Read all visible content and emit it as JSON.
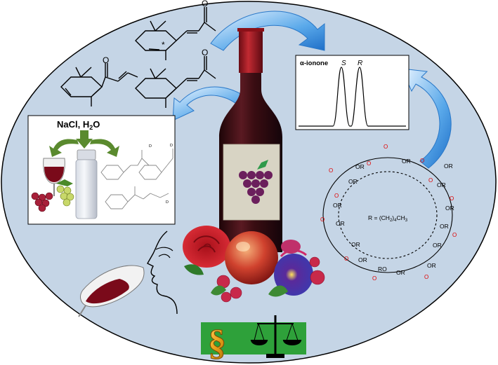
{
  "chemistry": {
    "ketone_o": "O",
    "stereo_star": "*"
  },
  "chromatogram": {
    "compound": "α-ionone",
    "peak1": "S",
    "peak2": "R"
  },
  "extraction": {
    "reagents": "NaCl, H",
    "reagents_sub": "2",
    "reagents_tail": "O",
    "label_d": "D"
  },
  "cyclodextrin": {
    "substituent_label": "OR",
    "ring_o": "O",
    "ro_label": "RO",
    "r_definition_pre": "R = (CH",
    "r_definition_sub1": "2",
    "r_definition_mid": ")",
    "r_definition_sub2": "4",
    "r_definition_post": "CH",
    "r_definition_sub3": "3"
  },
  "law": {
    "paragraph_symbol": "§"
  },
  "colors": {
    "background_ellipse": "#c5d5e6",
    "arrow_blue": "#2f8fe0",
    "bottle_dark": "#3a1014",
    "grape_purple": "#6b1f5c",
    "green_sign": "#2ea13a",
    "paragraph_gold": "#e8a21a"
  }
}
